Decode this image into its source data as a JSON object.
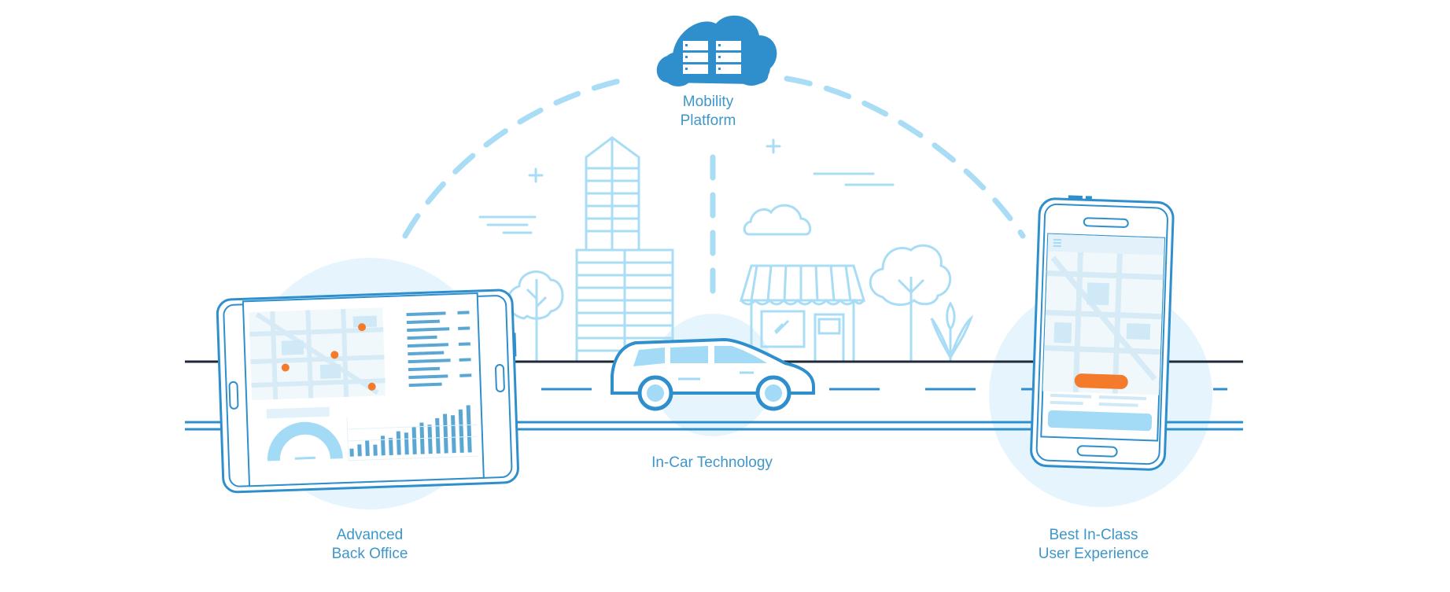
{
  "platform": {
    "line1": "Mobility",
    "line2": "Platform",
    "icon": "cloud-server-icon"
  },
  "car": {
    "label": "In-Car Technology",
    "icon": "car-icon"
  },
  "office": {
    "line1": "Advanced",
    "line2": "Back Office",
    "icon": "tablet-icon"
  },
  "ux": {
    "line1": "Best In-Class",
    "line2": "User Experience",
    "icon": "phone-icon"
  },
  "colors": {
    "primary": "#2f8fcc",
    "light_line": "#a9dcf5",
    "bg_circle": "#e6f5fd",
    "accent": "#f47a2c",
    "road_dark": "#1e2a3a",
    "label": "#3f96c8"
  }
}
